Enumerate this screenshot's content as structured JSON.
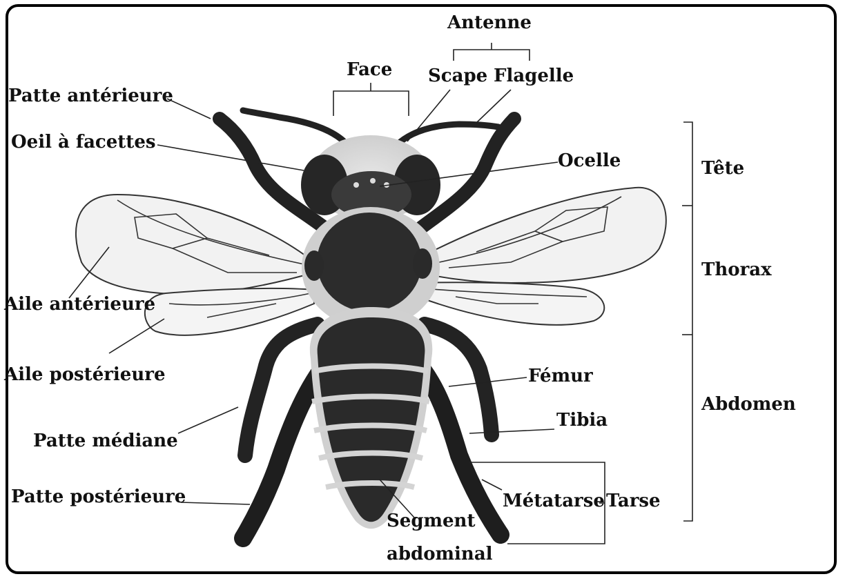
{
  "labels": {
    "antenne": "Antenne",
    "face": "Face",
    "scape": "Scape",
    "flagelle": "Flagelle",
    "patte_anterieure": "Patte antérieure",
    "oeil_facettes": "Oeil à facettes",
    "ocelle": "Ocelle",
    "tete": "Tête",
    "thorax": "Thorax",
    "abdomen": "Abdomen",
    "aile_anterieure": "Aile antérieure",
    "aile_posterieure": "Aile postérieure",
    "femur": "Fémur",
    "tibia": "Tibia",
    "patte_mediane": "Patte médiane",
    "patte_posterieure": "Patte postérieure",
    "metatarse": "Métatarse",
    "tarse": "Tarse",
    "segment": "Segment",
    "abdominal": "abdominal"
  },
  "colors": {
    "ink": "#111111",
    "body_dark": "#2a2a2a",
    "fur": "#bdbdbd",
    "wing": "#f1f1f1"
  }
}
